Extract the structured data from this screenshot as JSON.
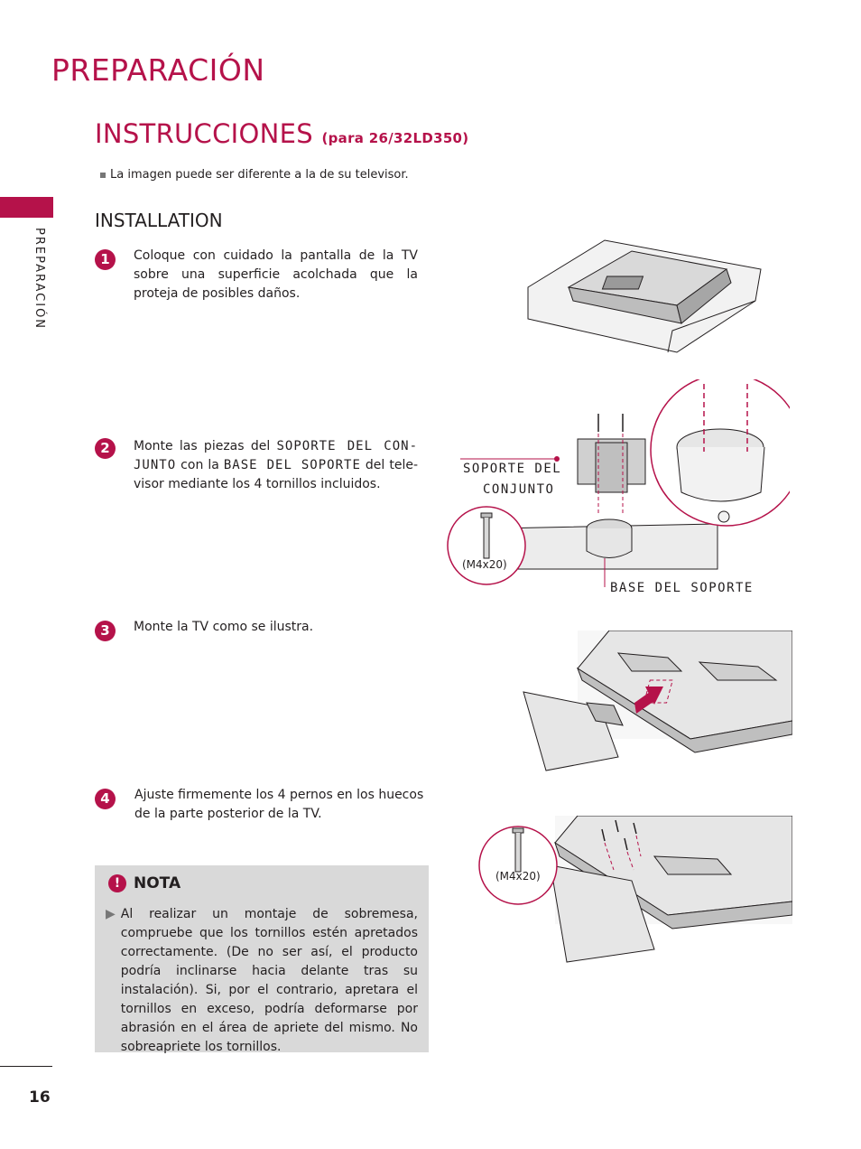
{
  "header": {
    "title": "PREPARACIÓN",
    "subtitle": "INSTRUCCIONES",
    "subtitle_model": "(para 26/32LD350)",
    "image_note": "La imagen puede ser diferente a la de su televisor."
  },
  "sidebar": {
    "label": "PREPARACIÓN"
  },
  "section": {
    "title": "INSTALLATION"
  },
  "steps": [
    {
      "number": "1",
      "text": "Coloque con cuidado la pantalla de la TV sobre una superficie acolchada que la proteja de posibles daños."
    },
    {
      "number": "2",
      "text_a": "Monte las piezas del ",
      "text_b": "SOPORTE DEL CON-JUNTO",
      "text_c": " con la ",
      "text_d": "BASE DEL SOPORTE",
      "text_e": " del tele-visor mediante los 4 tornillos incluidos."
    },
    {
      "number": "3",
      "text": "Monte la TV como se ilustra."
    },
    {
      "number": "4",
      "text": "Ajuste firmemente los 4 pernos en los huecos de la parte posterior de la TV."
    }
  ],
  "diagram": {
    "label_soporte_line1": "SOPORTE DEL",
    "label_soporte_line2": "CONJUNTO",
    "label_base": "BASE DEL SOPORTE",
    "screw_label_1": "(M4x20)",
    "screw_label_2": "(M4x20)"
  },
  "nota": {
    "heading": "NOTA",
    "icon": "exclamation-icon",
    "text": "Al realizar un montaje de sobremesa, compruebe que los tornillos estén apretados correctamente. (De no ser así, el producto podría inclinarse hacia delante tras su instalación). Si, por el contrario, apretara el tornillos en exceso, podría deformarse por abrasión en el área de apriete del mismo. No sobreapriete los tornillos."
  },
  "footer": {
    "page_number": "16"
  },
  "colors": {
    "accent": "#b5124a",
    "note_bg": "#d9d9d9",
    "text": "#231f20"
  }
}
